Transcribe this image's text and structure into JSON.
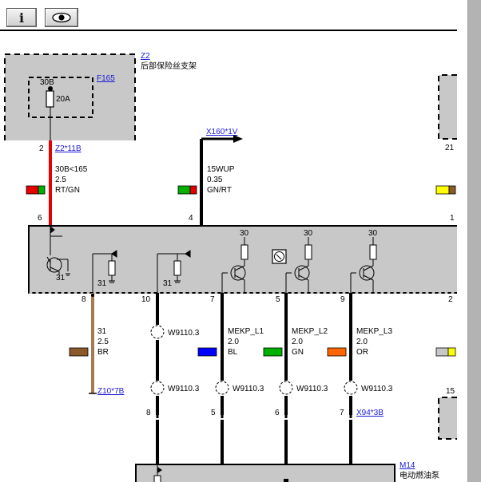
{
  "toolbar": {
    "info_label": "i",
    "eye_icon": "eye-icon"
  },
  "components": {
    "z2": {
      "code": "Z2",
      "name": "后部保险丝支架"
    },
    "f165": {
      "code": "F165",
      "pin": "30B",
      "rating": "20A"
    },
    "m14": {
      "code": "M14",
      "name": "电动燃油泵"
    }
  },
  "connectors": {
    "z2_11b": {
      "pin": "2",
      "label": "Z2*11B"
    },
    "x160_1v": {
      "pin": "4",
      "label": "X160*1V"
    },
    "right_top": {
      "pin": "21"
    },
    "module_top_pin_a": "6",
    "module_top_pin_b": "4",
    "module_top_pin_c": "1",
    "z10_7b": {
      "label": "Z10*7B"
    },
    "x94_3b": {
      "label": "X94*3B"
    },
    "right_mid": {
      "pin": "15"
    }
  },
  "wires": {
    "w1": {
      "signal": "30B<165",
      "size": "2.5",
      "color_code": "RT/GN"
    },
    "w2": {
      "signal": "15WUP",
      "size": "0.35",
      "color_code": "GN/RT"
    },
    "w_br": {
      "pin_top": "8",
      "signal": "31",
      "size": "2.5",
      "color_code": "BR",
      "pin_bottom": ""
    },
    "w_10": {
      "pin_top": "10",
      "pin_bottom": "8"
    },
    "w_l1": {
      "pin_top": "7",
      "signal": "MEKP_L1",
      "size": "2.0",
      "color_code": "BL",
      "pin_bottom": "5"
    },
    "w_l2": {
      "pin_top": "5",
      "signal": "MEKP_L2",
      "size": "2.0",
      "color_code": "GN",
      "pin_bottom": "6"
    },
    "w_l3": {
      "pin_top": "9",
      "signal": "MEKP_L3",
      "size": "2.0",
      "color_code": "OR",
      "pin_bottom": "7"
    },
    "right_pin_2": "2"
  },
  "splices": {
    "w9110_label": "W9110.3"
  },
  "module_labels": {
    "ground": "31",
    "supply": "30"
  },
  "colors": {
    "red": "#e60000",
    "green": "#00b000",
    "brown": "#a87a52",
    "blue": "#0000ff",
    "orange": "#ff6600",
    "yellow": "#ffff00",
    "gray": "#c8c8c8",
    "dark_brown": "#8b5a2b"
  }
}
